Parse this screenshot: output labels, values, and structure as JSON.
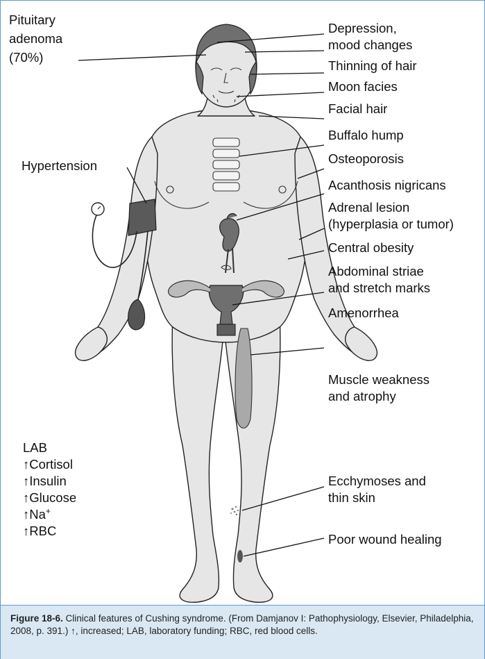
{
  "labels": {
    "pituitary_1": "Pituitary",
    "pituitary_2": "adenoma",
    "pituitary_3": "(70%)",
    "depression_1": "Depression,",
    "depression_2": "mood changes",
    "thinning_hair": "Thinning of hair",
    "moon_facies": "Moon facies",
    "facial_hair": "Facial hair",
    "buffalo_hump": "Buffalo hump",
    "osteoporosis": "Osteoporosis",
    "hypertension": "Hypertension",
    "acanthosis": "Acanthosis nigricans",
    "adrenal_1": "Adrenal lesion",
    "adrenal_2": "(hyperplasia or tumor)",
    "central_obesity": "Central obesity",
    "striae_1": "Abdominal striae",
    "striae_2": "and stretch marks",
    "amenorrhea": "Amenorrhea",
    "muscle_1": "Muscle weakness",
    "muscle_2": "and atrophy",
    "ecchymoses_1": "Ecchymoses and",
    "ecchymoses_2": "thin skin",
    "wound_healing": "Poor wound healing"
  },
  "lab": {
    "title": "LAB",
    "arrow": "↑",
    "items": [
      "Cortisol",
      "Insulin",
      "Glucose",
      "Na",
      "RBC"
    ],
    "na_superscript": "+"
  },
  "caption": {
    "figure_number": "Figure 18-6.",
    "text": " Clinical features of Cushing syndrome. (From Damjanov I: Pathophysiology, Elsevier, Philadelphia, 2008, p. 391.) ↑, increased; LAB, laboratory funding; RBC, red blood cells."
  },
  "colors": {
    "frame_border": "#5b9bd5",
    "caption_background": "#d9e8f3",
    "skin": "#e6e6e6",
    "hair": "#6f6f6f"
  }
}
